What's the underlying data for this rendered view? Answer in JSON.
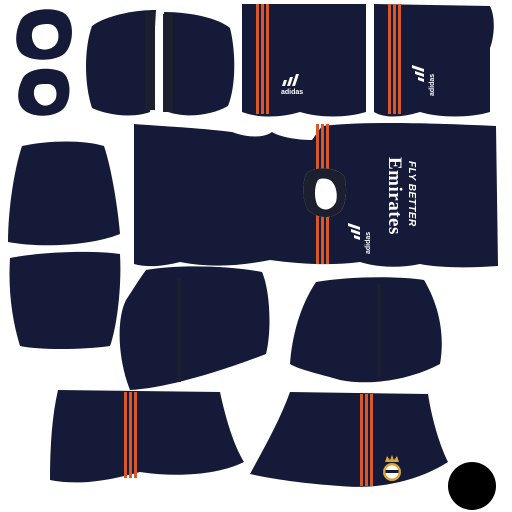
{
  "template": {
    "sponsor_name": "Emirates",
    "sponsor_tagline": "FLY BETTER",
    "brand_wordmark": "adidas",
    "crest": "club-crest-icon"
  },
  "colors": {
    "kit_navy": "#141a38",
    "stripe_orange": "#d8582a",
    "stripe_dark": "#1c1f2e",
    "text_white": "#ffffff",
    "crest_gold": "#d6a63a",
    "background": "#ffffff"
  }
}
